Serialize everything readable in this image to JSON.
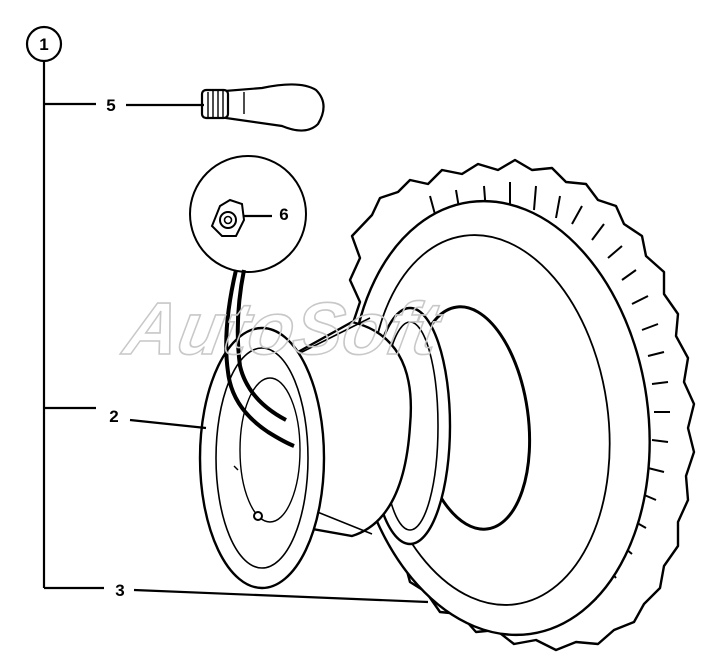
{
  "diagram": {
    "assembly_callout": "1",
    "callouts": [
      {
        "id": "valve",
        "label": "5"
      },
      {
        "id": "nut",
        "label": "6"
      },
      {
        "id": "rim",
        "label": "2"
      },
      {
        "id": "tire",
        "label": "3"
      }
    ],
    "watermark": "AutoSoft",
    "line_color": "#000000",
    "watermark_color": "#c8c8c8"
  }
}
